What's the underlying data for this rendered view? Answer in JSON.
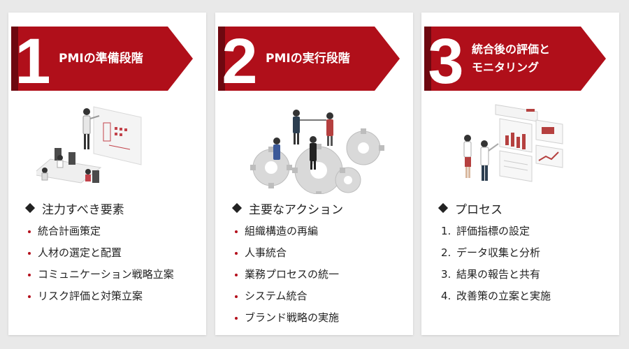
{
  "colors": {
    "banner": "#b00f1a",
    "banner_dark": "#6e0810",
    "bullet": "#b40f1c",
    "background": "#e9e9e9"
  },
  "cards": [
    {
      "number": "1",
      "title": "PMIの準備段階",
      "illustration": "team-meeting-whiteboard-illustration",
      "section_title": "注力すべき要素",
      "list_style": "dot",
      "items": [
        "統合計画策定",
        "人材の選定と配置",
        "コミュニケーション戦略立案",
        "リスク評価と対策立案"
      ]
    },
    {
      "number": "2",
      "title": "PMIの実行段階",
      "illustration": "people-on-gears-illustration",
      "section_title": "主要なアクション",
      "list_style": "dot",
      "items": [
        "組織構造の再編",
        "人事統合",
        "業務プロセスの統一",
        "システム統合",
        "ブランド戦略の実施"
      ]
    },
    {
      "number": "3",
      "title_line1": "統合後の評価と",
      "title_line2": "モニタリング",
      "illustration": "dashboard-analysis-illustration",
      "section_title": "プロセス",
      "list_style": "numbered",
      "items": [
        {
          "no": "1.",
          "text": "評価指標の設定"
        },
        {
          "no": "2.",
          "text": "データ収集と分析"
        },
        {
          "no": "3.",
          "text": "結果の報告と共有"
        },
        {
          "no": "4.",
          "text": "改善策の立案と実施"
        }
      ]
    }
  ]
}
